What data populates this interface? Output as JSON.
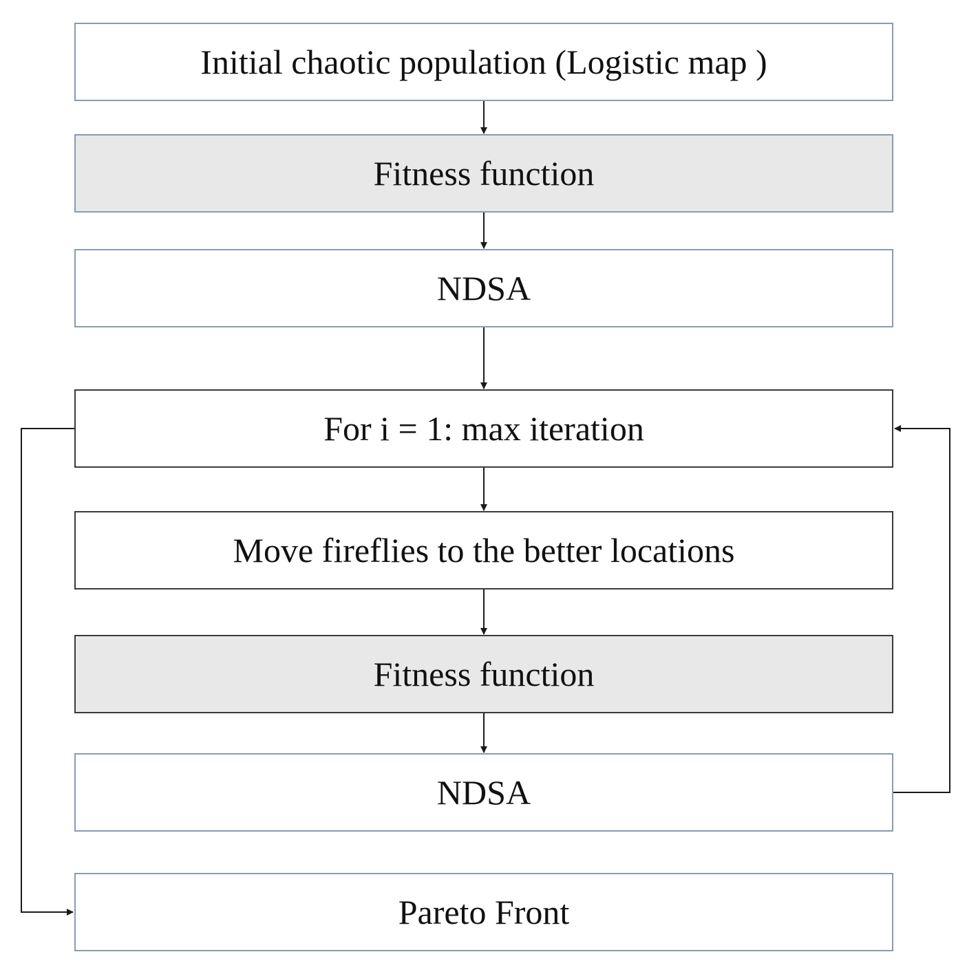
{
  "diagram": {
    "nodes": [
      {
        "id": "b1",
        "label": "Initial chaotic population (Logistic map )",
        "fill": "#ffffff"
      },
      {
        "id": "b2",
        "label": "Fitness function",
        "fill": "#e8e8e8"
      },
      {
        "id": "b3",
        "label": "NDSA",
        "fill": "#ffffff"
      },
      {
        "id": "b4",
        "label": "For i = 1: max iteration",
        "fill": "#ffffff"
      },
      {
        "id": "b5",
        "label": "Move fireflies to the better locations",
        "fill": "#ffffff"
      },
      {
        "id": "b6",
        "label": "Fitness function",
        "fill": "#e8e8e8"
      },
      {
        "id": "b7",
        "label": "NDSA",
        "fill": "#ffffff"
      },
      {
        "id": "b8",
        "label": "Pareto Front",
        "fill": "#ffffff"
      }
    ],
    "edges": [
      {
        "from": "b1",
        "to": "b2"
      },
      {
        "from": "b2",
        "to": "b3"
      },
      {
        "from": "b3",
        "to": "b4"
      },
      {
        "from": "b4",
        "to": "b5"
      },
      {
        "from": "b5",
        "to": "b6"
      },
      {
        "from": "b6",
        "to": "b7"
      },
      {
        "from": "b7",
        "to": "b4",
        "kind": "loop-back"
      },
      {
        "from": "b4",
        "to": "b8",
        "kind": "exit"
      }
    ],
    "colors": {
      "line": "#1a1a1a",
      "light_border": "#8a9ab3",
      "dark_border": "#3a3a3a",
      "shaded_fill": "#e8e8e8"
    }
  }
}
